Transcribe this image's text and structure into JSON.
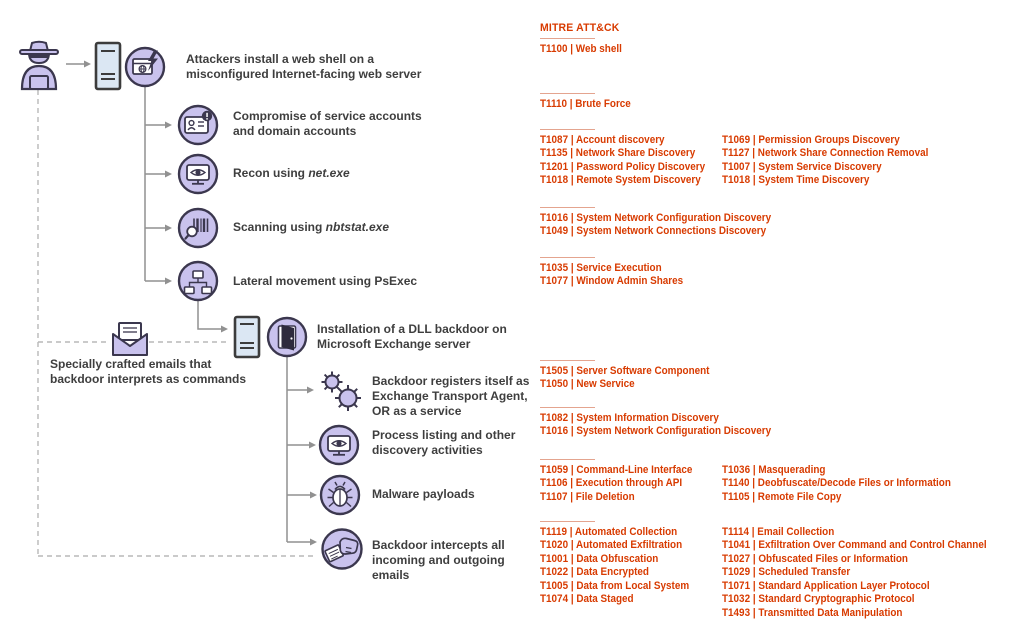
{
  "diagram": {
    "labels": {
      "webshell": "Attackers install a web shell on a\nmisconfigured Internet-facing web server",
      "accounts": "Compromise of service accounts\nand domain accounts",
      "recon": {
        "text": "Recon using ",
        "italic": "net.exe"
      },
      "scanning": {
        "text": "Scanning using ",
        "italic": "nbtstat.exe"
      },
      "lateral": "Lateral movement using PsExec",
      "dll_backdoor": "Installation of a DLL backdoor on\nMicrosoft Exchange server",
      "registers": "Backdoor registers itself as\nExchange Transport Agent,\nOR as a service",
      "process_listing": "Process listing and other\ndiscovery activities",
      "malware": "Malware payloads",
      "intercept": "Backdoor intercepts all\nincoming and outgoing\nemails",
      "crafted_emails": "Specially crafted emails that\nbackdoor interprets as commands"
    },
    "icons": [
      "attacker-spy",
      "web-server",
      "web-shell",
      "account-card",
      "monitor-eye",
      "barcode-scan",
      "lateral-movement",
      "exchange-server",
      "backdoor-door",
      "agent-gears",
      "monitor-eye",
      "malware-bug",
      "hand-letter",
      "open-envelope"
    ]
  },
  "mitre": {
    "title": "MITRE ATT&CK",
    "blocks": [
      {
        "rows": [
          "T1100 | Web shell"
        ]
      },
      {
        "rows": [
          "T1110 | Brute Force"
        ]
      },
      {
        "rows": [
          "T1087 | Account discovery",
          "T1135 | Network Share Discovery",
          "T1201 | Password Policy Discovery",
          "T1018 | Remote System Discovery"
        ],
        "rows2": [
          "T1069 | Permission Groups Discovery",
          "T1127 | Network Share Connection Removal",
          "T1007 | System Service Discovery",
          "T1018 | System Time Discovery"
        ]
      },
      {
        "rows": [
          "T1016 | System Network Configuration Discovery",
          "T1049 | System Network Connections Discovery"
        ]
      },
      {
        "rows": [
          "T1035 | Service Execution",
          "T1077 | Window Admin Shares"
        ]
      },
      {
        "rows": [
          "T1505 | Server Software Component",
          "T1050 | New Service"
        ]
      },
      {
        "rows": [
          "T1082 | System Information Discovery",
          "T1016 | System Network Configuration Discovery"
        ]
      },
      {
        "rows": [
          "T1059 | Command-Line Interface",
          "T1106 | Execution through API",
          "T1107 | File Deletion"
        ],
        "rows2": [
          "T1036 | Masquerading",
          "T1140 | Deobfuscate/Decode Files or Information",
          "T1105 | Remote File Copy"
        ]
      },
      {
        "rows": [
          "T1119 | Automated Collection",
          "T1020 | Automated Exfiltration",
          "T1001 | Data Obfuscation",
          "T1022 | Data Encrypted",
          "T1005 | Data from Local System",
          "T1074 | Data Staged"
        ],
        "rows2": [
          "T1114 | Email Collection",
          "T1041 | Exfiltration Over Command and Control Channel",
          "T1027 | Obfuscated Files or Information",
          "T1029 | Scheduled Transfer",
          "T1071 | Standard Application Layer Protocol",
          "T1032 | Standard Cryptographic Protocol",
          "T1493 | Transmitted Data Manipulation"
        ]
      }
    ]
  },
  "colors": {
    "accent_red": "#d83b01",
    "separator": "#e4a48f",
    "icon_purple": "#c9c2ed",
    "icon_outline": "#3b374e",
    "server_fill": "#dbe7f3",
    "connector_gray": "#919191",
    "dashed_gray": "#b8b8b8",
    "text_dark": "#3e3e3e"
  }
}
